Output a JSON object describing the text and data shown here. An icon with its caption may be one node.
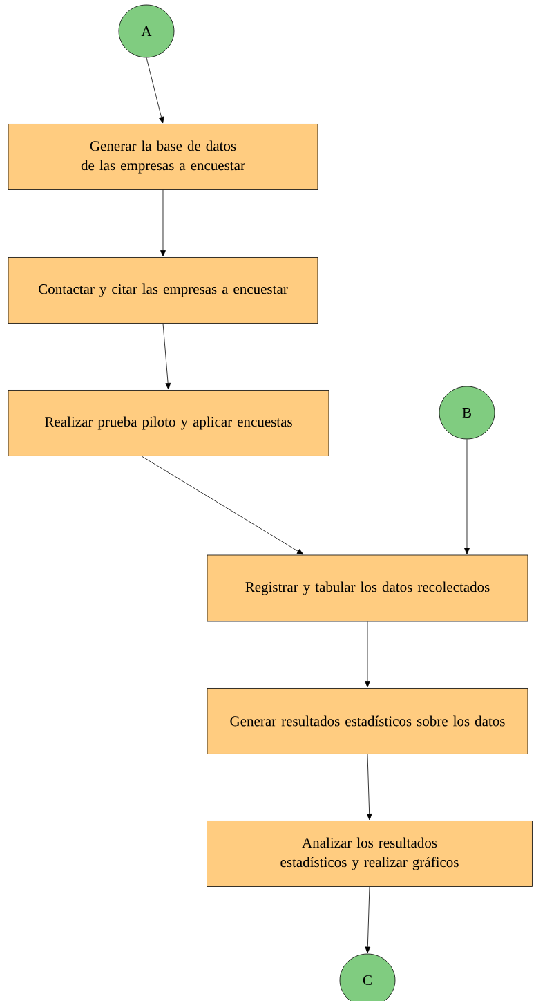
{
  "diagram": {
    "nodes": [
      {
        "text": [
          "A"
        ]
      },
      {
        "text": [
          "Generar la base de datos de las empresas a encuestar"
        ]
      },
      {
        "text": [
          "Contactar y citar las empresas a encuestar"
        ]
      },
      {
        "text": [
          "Realizar prueba piloto y aplicar encuestas"
        ]
      },
      {
        "text": [
          "B"
        ]
      },
      {
        "text": [
          "Registrar y tabular los datos recolectados"
        ]
      },
      {
        "text": [
          "Generar resultados estadísticos sobre los datos"
        ]
      },
      {
        "text": [
          "Analizar los resultados estadísticos y realizar gráficos"
        ]
      },
      {
        "text": [
          "C"
        ]
      }
    ],
    "edges": [
      {
        "from": 0,
        "to": 1,
        "arrow": "to"
      },
      {
        "from": 1,
        "to": 2,
        "arrow": "to"
      },
      {
        "from": 2,
        "to": 3,
        "arrow": "to"
      },
      {
        "from": 3,
        "to": 5,
        "arrow": "to"
      },
      {
        "from": 4,
        "to": 5,
        "arrow": "to"
      },
      {
        "from": 5,
        "to": 6,
        "arrow": "to"
      },
      {
        "from": 6,
        "to": 7,
        "arrow": "to"
      },
      {
        "from": 7,
        "to": 8,
        "arrow": "to"
      }
    ]
  }
}
